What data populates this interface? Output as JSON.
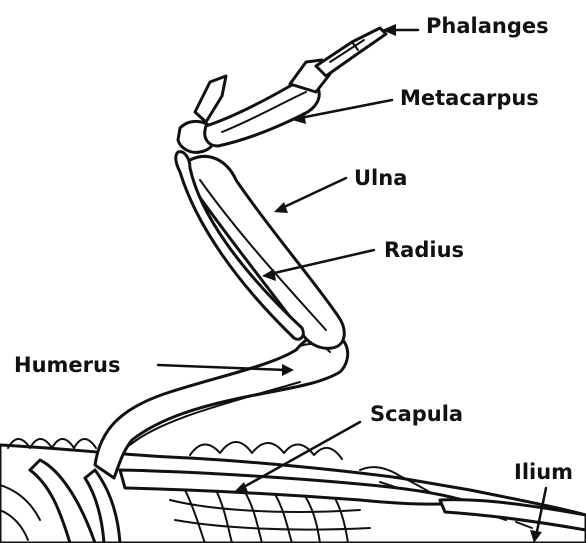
{
  "labels": {
    "phalanges": "Phalanges",
    "metacarpus": "Metacarpus",
    "ulna": "Ulna",
    "radius": "Radius",
    "humerus": "Humerus",
    "scapula": "Scapula",
    "ilium": "Ilium"
  },
  "colors": {
    "ink": "#111111",
    "background": "#ffffff"
  }
}
